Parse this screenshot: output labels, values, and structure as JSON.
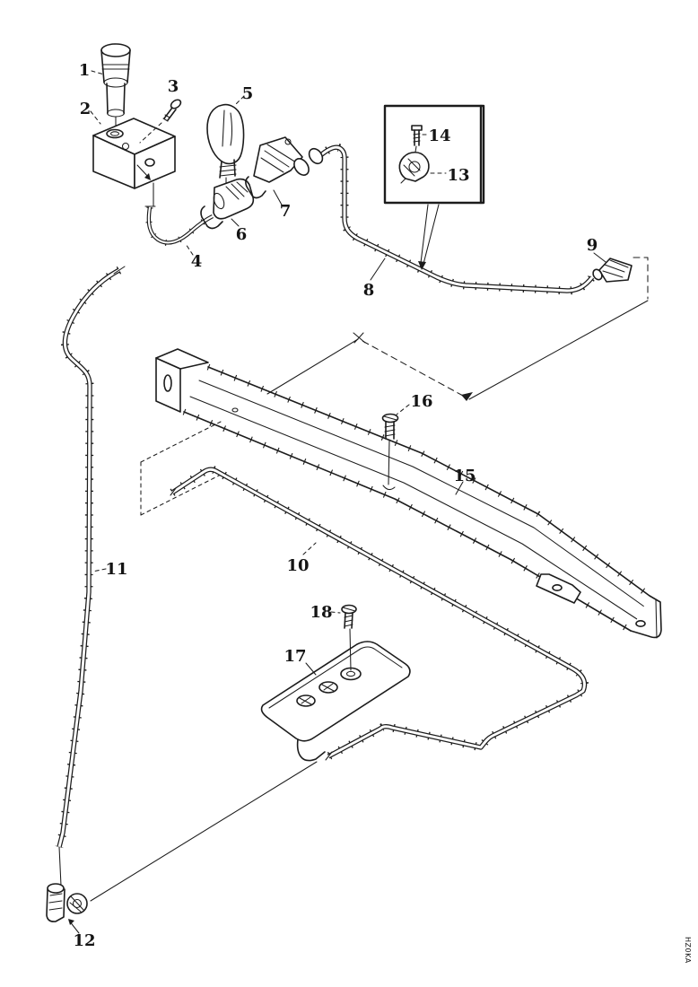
{
  "page": {
    "background": "#ffffff",
    "ink": "#1c1c1c"
  },
  "diagram": {
    "callouts": [
      {
        "num": "1"
      },
      {
        "num": "2"
      },
      {
        "num": "3"
      },
      {
        "num": "4"
      },
      {
        "num": "5"
      },
      {
        "num": "6"
      },
      {
        "num": "7"
      },
      {
        "num": "8"
      },
      {
        "num": "9"
      },
      {
        "num": "10"
      },
      {
        "num": "11"
      },
      {
        "num": "12"
      },
      {
        "num": "13"
      },
      {
        "num": "14"
      },
      {
        "num": "15"
      },
      {
        "num": "16"
      },
      {
        "num": "17"
      },
      {
        "num": "18"
      }
    ],
    "corner_code": "HZ0KA"
  }
}
